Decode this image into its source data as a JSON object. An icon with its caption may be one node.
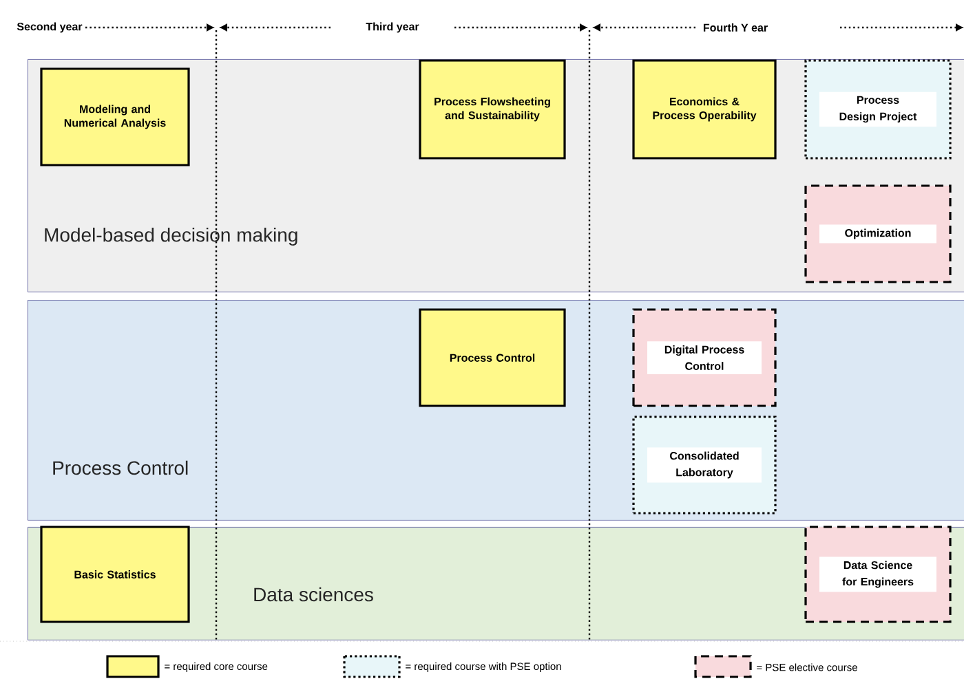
{
  "diagram": {
    "nodes": [
      {
        "text": [
          "Model-based decision making"
        ]
      },
      {
        "text": [
          "Modeling and Numerical Analysis"
        ],
        "in": 0
      },
      {
        "text": [
          "Process Flowsheeting and Sustainability"
        ],
        "in": 0
      },
      {
        "text": [
          "Economics & Process Operability"
        ],
        "in": 0
      },
      {
        "text": [
          "Process Design Project"
        ],
        "in": 0
      },
      {
        "text": [
          "Optimization"
        ],
        "in": 0
      },
      {
        "text": [
          "Process Control"
        ]
      },
      {
        "text": [
          "Process Control"
        ],
        "in": 6
      },
      {
        "text": [
          "Digital Process Control"
        ],
        "in": 6
      },
      {
        "text": [
          "Consolidated Laboratory"
        ],
        "in": 6
      },
      {
        "text": [
          "Data sciences"
        ]
      },
      {
        "text": [
          "Basic Statistics"
        ],
        "in": 10
      },
      {
        "text": [
          "Data Science for Engineers"
        ],
        "in": 10
      }
    ],
    "edges": [],
    "labels": [
      "Second year",
      "Third year",
      "Fourth Y ear"
    ],
    "legend": [
      {
        "text": "= required core course",
        "color": "#fff98a"
      },
      {
        "text": "= required course with PSE option",
        "color": "#e8f6f9"
      },
      {
        "text": "= PSE elective course",
        "color": "#f9dadd"
      }
    ]
  }
}
